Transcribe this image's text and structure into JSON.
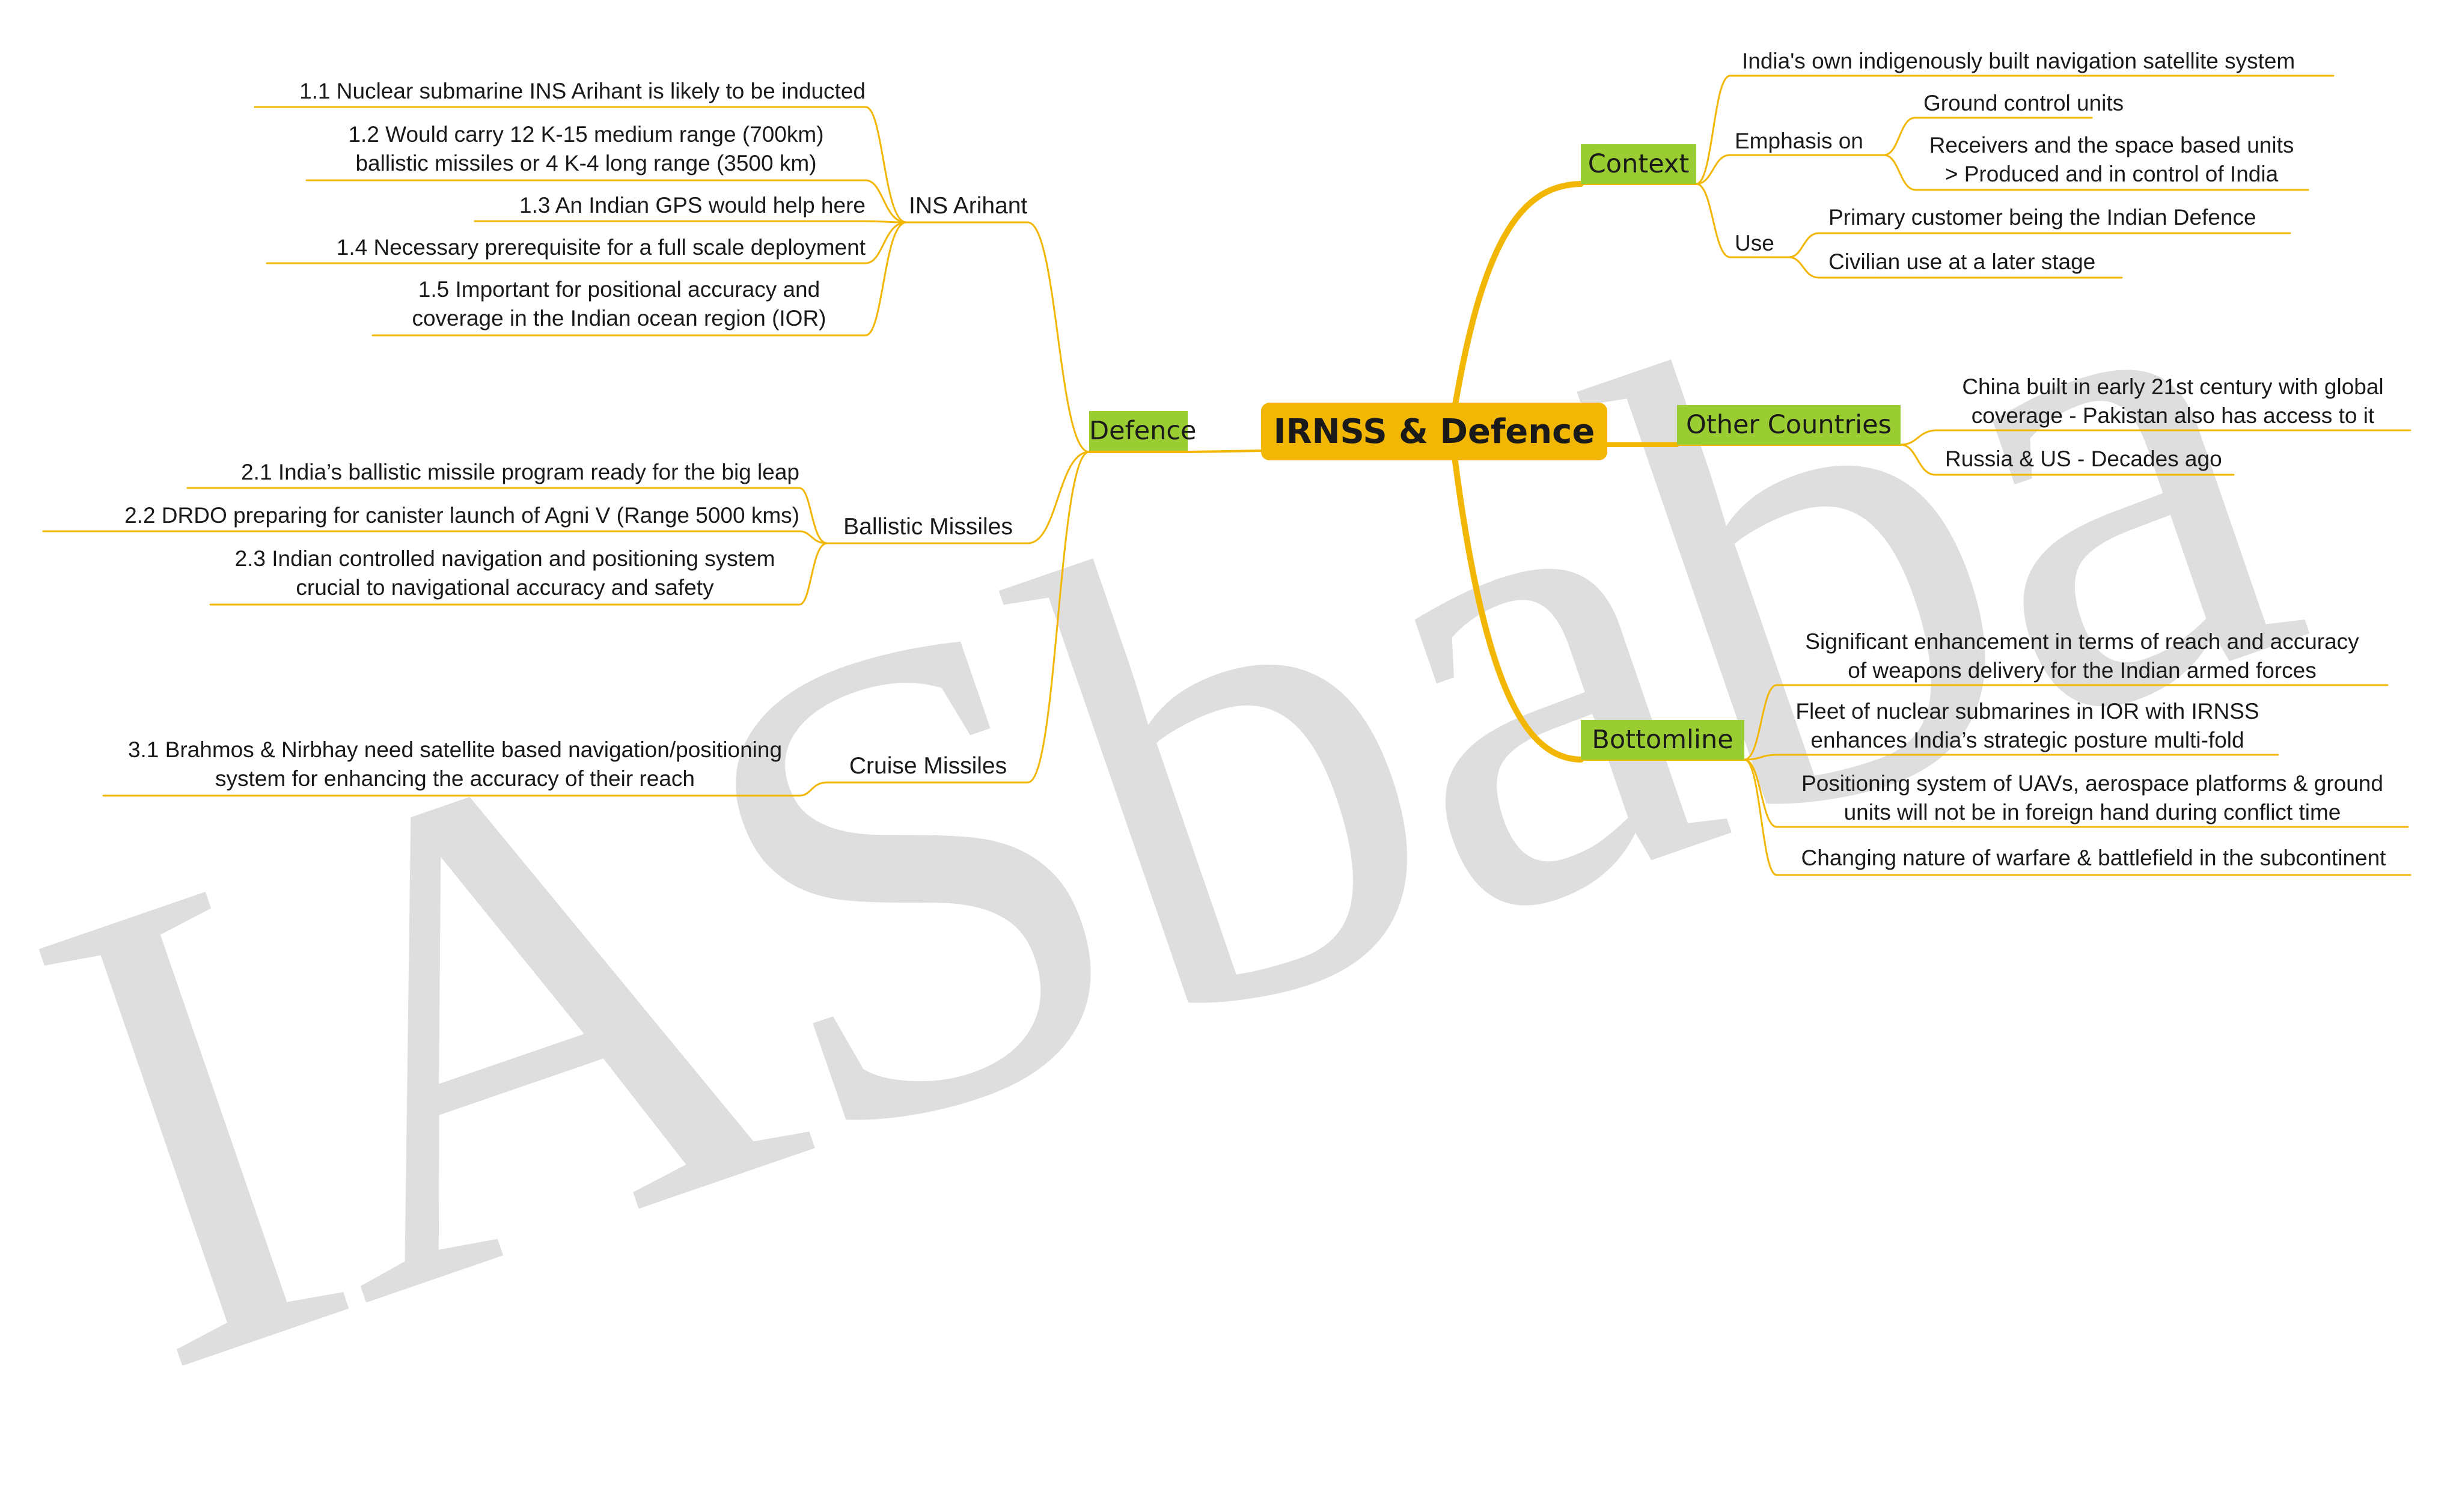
{
  "central": "IRNSS & Defence",
  "defence": {
    "title": "Defence",
    "ins": {
      "title": "INS Arihant",
      "items": [
        [
          "1.1 Nuclear submarine INS Arihant is likely to be inducted"
        ],
        [
          "1.2 Would carry 12 K-15 medium range (700km)",
          "ballistic missiles or 4 K-4 long range (3500 km)"
        ],
        [
          "1.3 An Indian GPS would help here"
        ],
        [
          "1.4 Necessary prerequisite for a full scale deployment"
        ],
        [
          "1.5 Important for positional accuracy and",
          "coverage in the Indian ocean region (IOR)"
        ]
      ]
    },
    "ballistic": {
      "title": "Ballistic Missiles",
      "items": [
        [
          "2.1 India’s ballistic missile program ready for the big leap"
        ],
        [
          "2.2 DRDO preparing for canister launch of Agni V (Range 5000 kms)"
        ],
        [
          "2.3 Indian controlled navigation and positioning system",
          "crucial to navigational accuracy and safety"
        ]
      ]
    },
    "cruise": {
      "title": "Cruise Missiles",
      "items": [
        [
          "3.1 Brahmos & Nirbhay need satellite based navigation/positioning",
          "system for enhancing the accuracy of their reach"
        ]
      ]
    }
  },
  "context": {
    "title": "Context",
    "indigenous": "India's own indigenously built navigation satellite system",
    "emphasis": {
      "title": "Emphasis on",
      "items": [
        [
          "Ground control units"
        ],
        [
          "Receivers and the space based units",
          "> Produced and in control of India"
        ]
      ]
    },
    "use": {
      "title": "Use",
      "items": [
        [
          "Primary customer being the Indian Defence"
        ],
        [
          "Civilian use at a later stage"
        ]
      ]
    }
  },
  "other": {
    "title": "Other Countries",
    "items": [
      [
        "China built in early 21st century with global",
        "coverage - Pakistan also has access to it"
      ],
      [
        "Russia & US - Decades ago"
      ]
    ]
  },
  "bottomline": {
    "title": "Bottomline",
    "items": [
      [
        "Significant enhancement in terms of reach and accuracy",
        "of weapons delivery for the Indian armed forces"
      ],
      [
        "Fleet of nuclear submarines in IOR with IRNSS",
        "enhances India’s strategic posture multi-fold"
      ],
      [
        "Positioning system of  UAVs, aerospace platforms & ground",
        "units will not be in foreign hand during conflict time"
      ],
      [
        "Changing nature of warfare & battlefield in the subcontinent"
      ]
    ]
  },
  "watermark": "IASbaba",
  "colors": {
    "central": "#f2b705",
    "topic": "#9acd32",
    "line": "#f2b705"
  }
}
